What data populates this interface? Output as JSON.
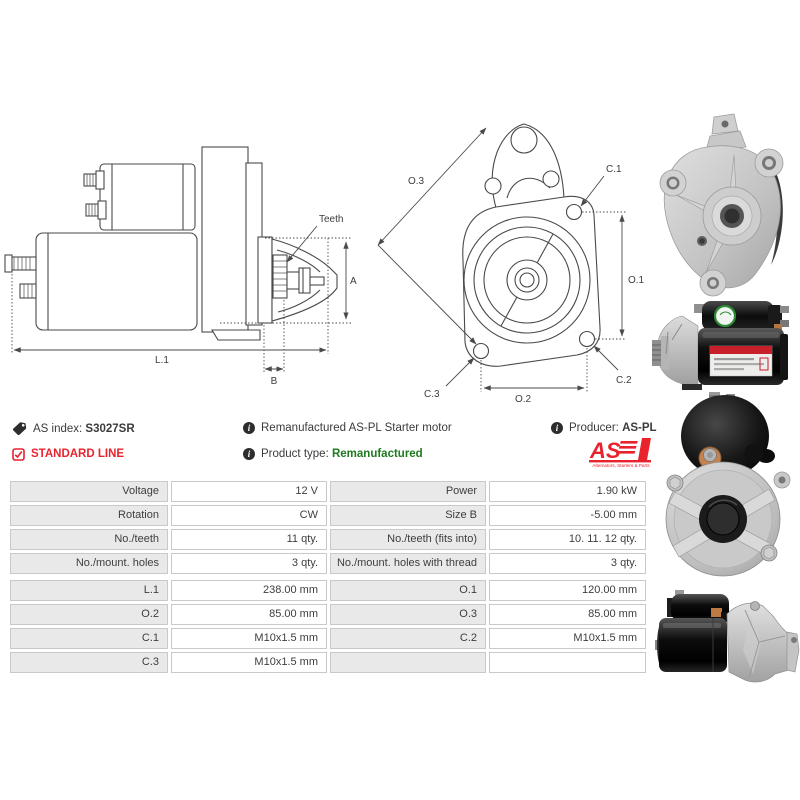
{
  "info": {
    "as_index_label": "AS index: ",
    "as_index_value": "S3027SR",
    "standard_line": "STANDARD LINE",
    "description": "Remanufactured AS-PL Starter motor",
    "product_type_label": "Product type: ",
    "product_type_value": "Remanufactured",
    "producer_label": "Producer: ",
    "producer_value": "AS-PL"
  },
  "logo": {
    "as": "AS",
    "tagline": "Alternators, Starters & Parts"
  },
  "diagram_side": {
    "teeth": "Teeth",
    "a": "A",
    "l1": "L.1",
    "b": "B"
  },
  "diagram_front": {
    "o3": "O.3",
    "c1": "C.1",
    "o1": "O.1",
    "c2": "C.2",
    "c3": "C.3",
    "o2": "O.2"
  },
  "spec_table": {
    "rows": [
      {
        "l1": "Voltage",
        "v1": "12 V",
        "l2": "Power",
        "v2": "1.90 kW"
      },
      {
        "l1": "Rotation",
        "v1": "CW",
        "l2": "Size B",
        "v2": "-5.00 mm"
      },
      {
        "l1": "No./teeth",
        "v1": "11 qty.",
        "l2": "No./teeth (fits into)",
        "v2": "10. 11. 12 qty."
      },
      {
        "l1": "No./mount. holes",
        "v1": "3 qty.",
        "l2": "No./mount. holes with thread",
        "v2": "3 qty."
      },
      {
        "l1": "L.1",
        "v1": "238.00 mm",
        "l2": "O.1",
        "v2": "120.00 mm"
      },
      {
        "l1": "O.2",
        "v1": "85.00 mm",
        "l2": "O.3",
        "v2": "85.00 mm"
      },
      {
        "l1": "C.1",
        "v1": "M10x1.5 mm",
        "l2": "C.2",
        "v2": "M10x1.5 mm"
      },
      {
        "l1": "C.3",
        "v1": "M10x1.5 mm",
        "l2": "",
        "v2": ""
      }
    ]
  },
  "colors": {
    "accent_red": "#e8232d",
    "accent_green": "#1d7a21",
    "text": "#3b3b3b",
    "table_label_bg": "#e9e9e9",
    "table_border": "#c9c9c9"
  }
}
